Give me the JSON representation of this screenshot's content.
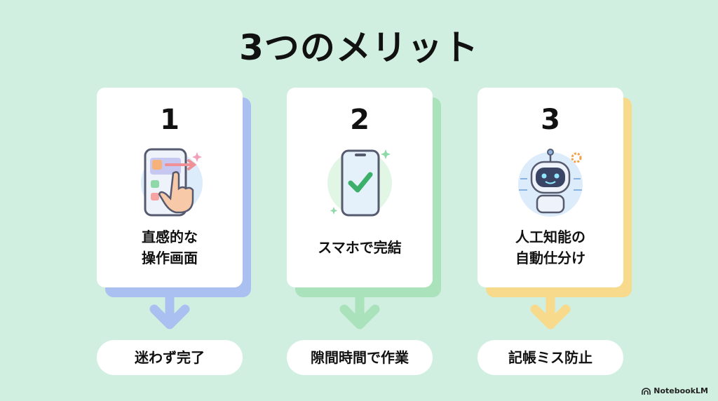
{
  "title": "3つのメリット",
  "colors": {
    "background": "#d0efe0",
    "blue": "#aac0f0",
    "green": "#a9e2bb",
    "yellow": "#f8da8c"
  },
  "cards": [
    {
      "number": "1",
      "label_lines": [
        "直感的な",
        "操作画面"
      ],
      "result": "迷わず完了",
      "icon": "phone-tap-icon"
    },
    {
      "number": "2",
      "label_lines": [
        "スマホで完結"
      ],
      "result": "隙間時間で作業",
      "icon": "phone-check-icon"
    },
    {
      "number": "3",
      "label_lines": [
        "人工知能の",
        "自動仕分け"
      ],
      "result": "記帳ミス防止",
      "icon": "robot-icon"
    }
  ],
  "brand": "NotebookLM"
}
